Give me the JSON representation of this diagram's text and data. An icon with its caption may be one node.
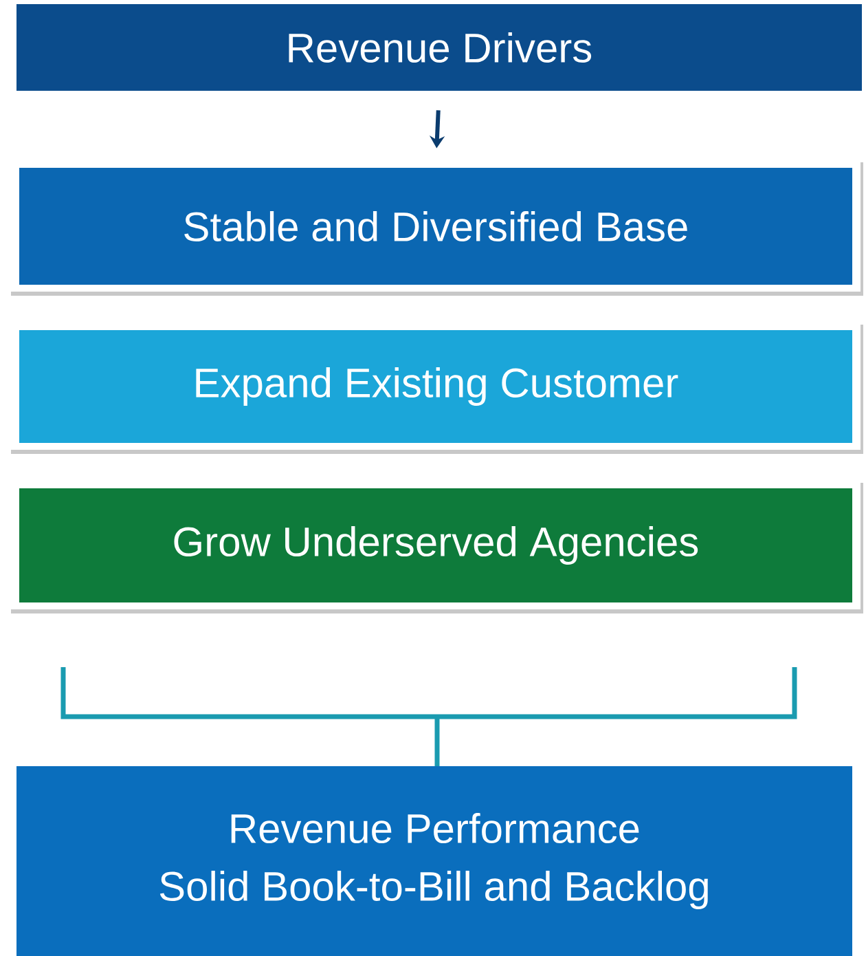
{
  "diagram": {
    "nodes": [
      {
        "text": [
          "Revenue Drivers"
        ]
      },
      {
        "text": [
          "Stable and Diversified  Base"
        ]
      },
      {
        "text": [
          "Expand Existing Customer"
        ]
      },
      {
        "text": [
          "Grow Underserved Agencies"
        ]
      },
      {
        "text": [
          "Revenue Performance",
          "Solid Book-to-Bill and Backlog"
        ]
      }
    ],
    "edges": [
      {
        "from": 0,
        "to": 1,
        "arrow": "to"
      }
    ]
  }
}
